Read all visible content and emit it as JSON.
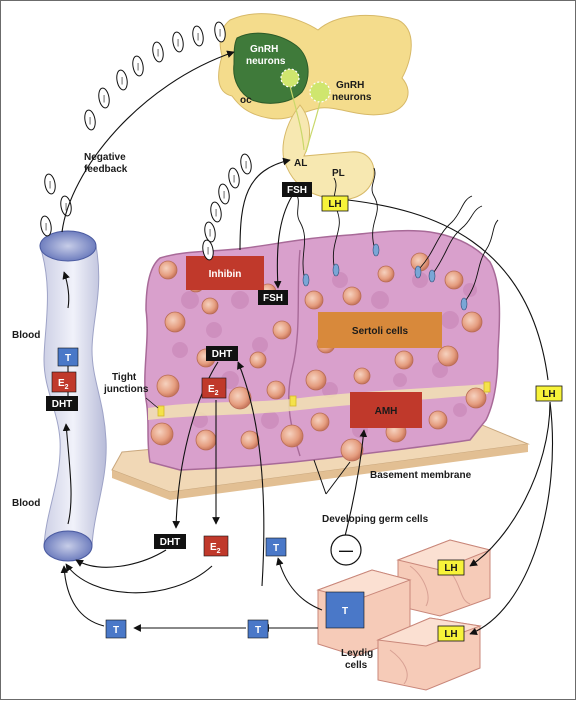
{
  "labels": {
    "gnrh_1": "GnRH",
    "gnrh_1b": "neurons",
    "gnrh_2": "GnRH",
    "gnrh_2b": "neurons",
    "oc": "oc",
    "al": "AL",
    "pl": "PL",
    "negative_feedback_1": "Negative",
    "negative_feedback_2": "feedback",
    "blood_top": "Blood",
    "blood_bottom": "Blood",
    "tight_junctions_1": "Tight",
    "tight_junctions_2": "junctions",
    "sertoli_cells": "Sertoli cells",
    "amh": "AMH",
    "inhibin": "Inhibin",
    "basement_membrane": "Basement membrane",
    "developing_germ_cells": "Developing germ cells",
    "leydig_1": "Leydig",
    "leydig_2": "cells"
  },
  "hormones": {
    "fsh": "FSH",
    "lh": "LH",
    "dht": "DHT",
    "t": "T",
    "e": "E",
    "e_sub": "2"
  },
  "feedback_sign": "—",
  "colors": {
    "hypothalamus": "#f4dc8c",
    "gnrh_region": "#3f7a3a",
    "tubule": "#d9a0cc",
    "sertoli_box": "#d8893b",
    "red_box": "#c0392b",
    "lh_box": "#f7f33a",
    "t_box": "#4a78c8",
    "vessel": "#e4e6f4",
    "leydig": "#f6cbb8",
    "membrane": "#f1d8b6"
  }
}
